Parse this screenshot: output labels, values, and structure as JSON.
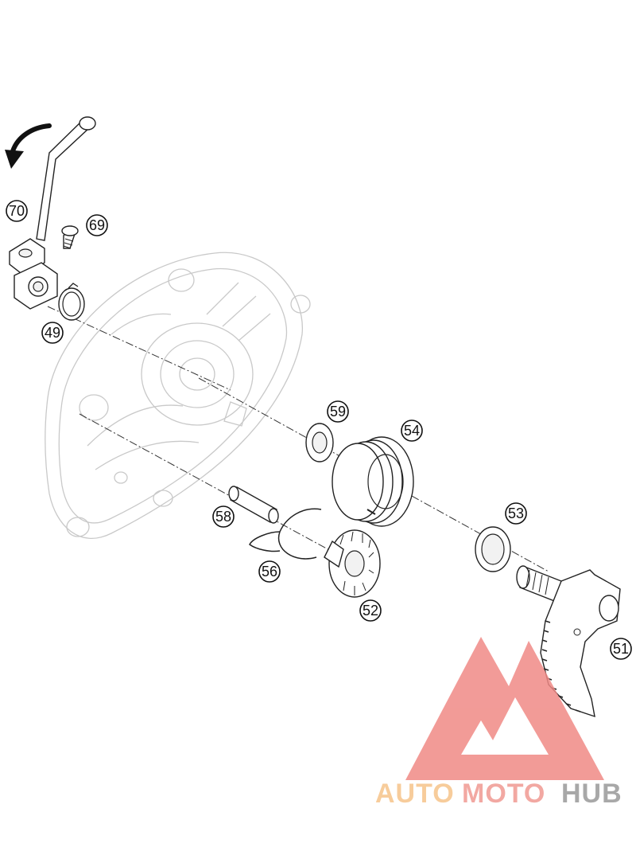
{
  "diagram": {
    "part_labels": {
      "p70": "70",
      "p69": "69",
      "p49": "49",
      "p59": "59",
      "p54": "54",
      "p53": "53",
      "p58": "58",
      "p56": "56",
      "p52": "52",
      "p51": "51"
    }
  },
  "watermark": {
    "word1": "AUTO",
    "word2": "MOTO",
    "word3": "HUB",
    "colors": {
      "word1": "#f6c48a",
      "word2": "#f09a92",
      "word3": "#9a9a9a",
      "logo": "#f08a86"
    }
  },
  "colors": {
    "line": "#222222",
    "ghost": "#c9c9c9"
  }
}
